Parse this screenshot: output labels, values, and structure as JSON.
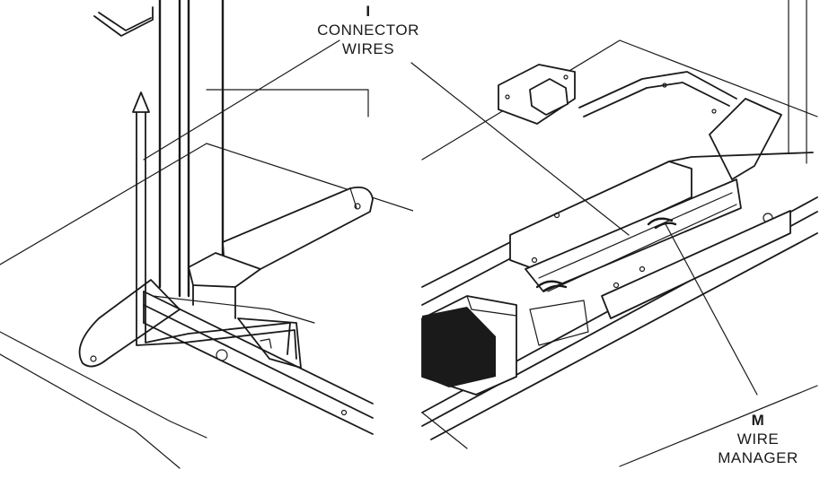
{
  "callouts": {
    "connector": {
      "letter": "I",
      "line1": "CONNECTOR",
      "line2": "WIRES"
    },
    "manager": {
      "letter": "M",
      "line1": "WIRE",
      "line2": "MANAGER"
    }
  },
  "colors": {
    "ink": "#1a1a1a",
    "paper": "#ffffff",
    "shade": "#1a1a1a"
  }
}
